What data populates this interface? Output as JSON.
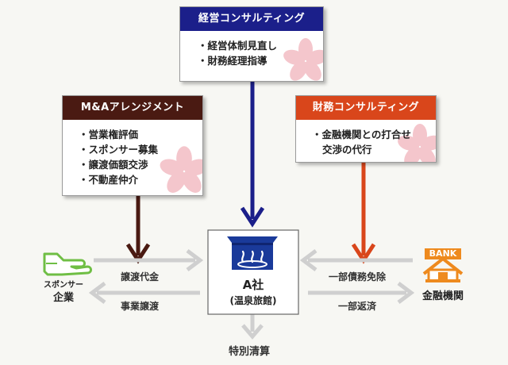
{
  "colors": {
    "management": "#1b1f8a",
    "ma": "#4a1a12",
    "finance": "#d9461b",
    "sakura": "#f4c6cc",
    "ghost_arrow": "#cfcfcf",
    "hotel_icon": "#1a3a9a",
    "bank": "#ee8a1e",
    "hand": "#6fbe44"
  },
  "management_box": {
    "title": "経営コンサルティング",
    "items": [
      "・経営体制見直し",
      "・財務経理指導"
    ]
  },
  "ma_box": {
    "title": "M&Aアレンジメント",
    "items": [
      "・営業権評価",
      "・スポンサー募集",
      "・譲渡価額交渉",
      "・不動産仲介"
    ]
  },
  "finance_box": {
    "title": "財務コンサルティング",
    "items": [
      "・金融機関との打合せ",
      "交渉の代行"
    ]
  },
  "company": {
    "name": "A社",
    "sub": "(温泉旅館)",
    "icon": "onsen-icon"
  },
  "sponsor": {
    "label_top": "スポンサー",
    "label_bottom": "企業",
    "icon": "handshake-icon"
  },
  "bank": {
    "sign": "BANK",
    "label": "金融機関",
    "icon": "bank-icon"
  },
  "flows": {
    "transfer_price": "譲渡代金",
    "business_transfer": "事業譲渡",
    "debt_forgiveness": "一部債務免除",
    "partial_repayment": "一部返済",
    "special_liquidation": "特別清算"
  }
}
